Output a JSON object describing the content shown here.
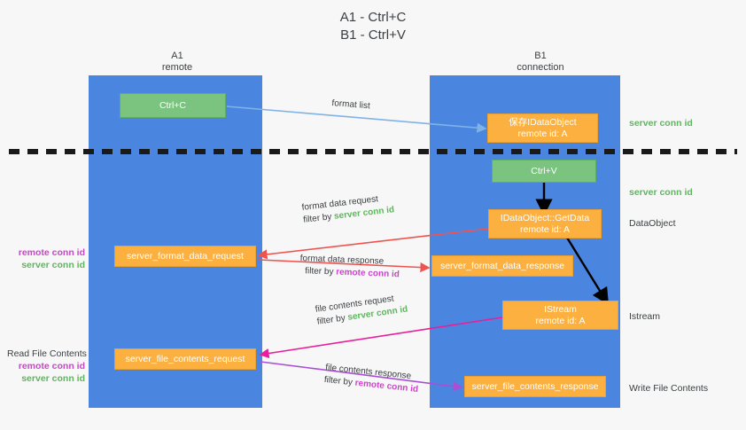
{
  "title": {
    "line1": "A1 - Ctrl+C",
    "line2": "B1 - Ctrl+V"
  },
  "lanes": [
    {
      "name": "A1",
      "sub": "remote"
    },
    {
      "name": "B1",
      "sub": "connection"
    }
  ],
  "nodes": {
    "ctrl_c": {
      "label": "Ctrl+C"
    },
    "ctrl_v": {
      "label": "Ctrl+V"
    },
    "idataobject_save": {
      "line1": "保存IDataObject",
      "line2": "remote id: A"
    },
    "idataobject_getdata": {
      "line1": "IDataObject::GetData",
      "line2": "remote id: A"
    },
    "istream": {
      "line1": "IStream",
      "line2": "remote id: A"
    },
    "server_format_data_request": {
      "label": "server_format_data_request"
    },
    "server_format_data_response": {
      "label": "server_format_data_response"
    },
    "server_file_contents_request": {
      "label": "server_file_contents_request"
    },
    "server_file_contents_response": {
      "label": "server_file_contents_response"
    }
  },
  "edges": {
    "format_list": "format list",
    "format_data_request": "format data request",
    "format_data_response": "format data response",
    "file_contents_request": "file contents request",
    "file_contents_response": "file contents response",
    "filter_by": "filter by ",
    "server_conn_id": "server conn id",
    "remote_conn_id": "remote conn id"
  },
  "side_labels": {
    "server_conn_id_top": "server conn id",
    "server_conn_id_mid": "server conn id",
    "dataobject": "DataObject",
    "istream": "Istream",
    "write_file_contents": "Write File Contents"
  },
  "left_labels": {
    "remote_conn_id_1": "remote conn id",
    "server_conn_id_1": "server conn id",
    "read_file_contents": "Read File Contents",
    "remote_conn_id_2": "remote conn id",
    "server_conn_id_2": "server conn id"
  },
  "colors": {
    "lane": "#4a86e0",
    "node_green": "#7ac47f",
    "node_orange": "#fbb040",
    "accent_green": "#5cb85c",
    "accent_purple": "#cc44cc",
    "arrow_blue": "#7fb3e8",
    "arrow_red": "#ef5350",
    "arrow_pink": "#e91e9b",
    "arrow_purple": "#a94fd6",
    "arrow_black": "#000000"
  }
}
